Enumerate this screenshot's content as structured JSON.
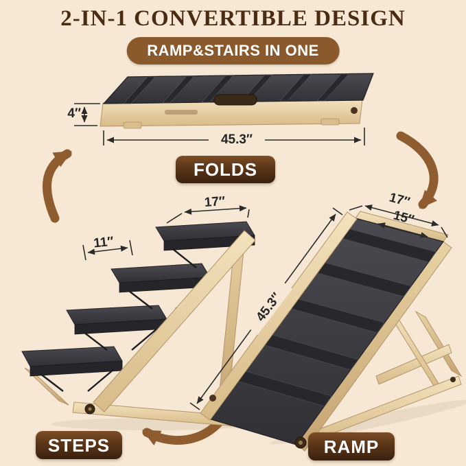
{
  "header": {
    "title": "2-IN-1 CONVERTIBLE DESIGN",
    "badge": "RAMP&STAIRS IN ONE"
  },
  "modes": {
    "folds_label": "FOLDS",
    "steps_label": "STEPS",
    "ramp_label": "RAMP"
  },
  "dimensions": {
    "folded_height": "4″",
    "folded_length": "45.3″",
    "steps_top_width": "17″",
    "steps_tread_depth": "11″",
    "ramp_top_width": "17″",
    "ramp_surface_width": "15″",
    "ramp_length": "45.3″"
  },
  "icons": {
    "left": "curved-arrow-up",
    "right": "curved-arrow-down",
    "bottom": "curved-arrow-left"
  },
  "colors": {
    "background": "#f6e8d4",
    "title_text": "#4a2c14",
    "badge_bg": "#8b5a2c",
    "pill_bg": "#4a2a12",
    "arrow": "#8e5c2f",
    "wood": "#e9d4a8",
    "carpet": "#3c3c41",
    "dimension_line": "#2a2a2a"
  }
}
